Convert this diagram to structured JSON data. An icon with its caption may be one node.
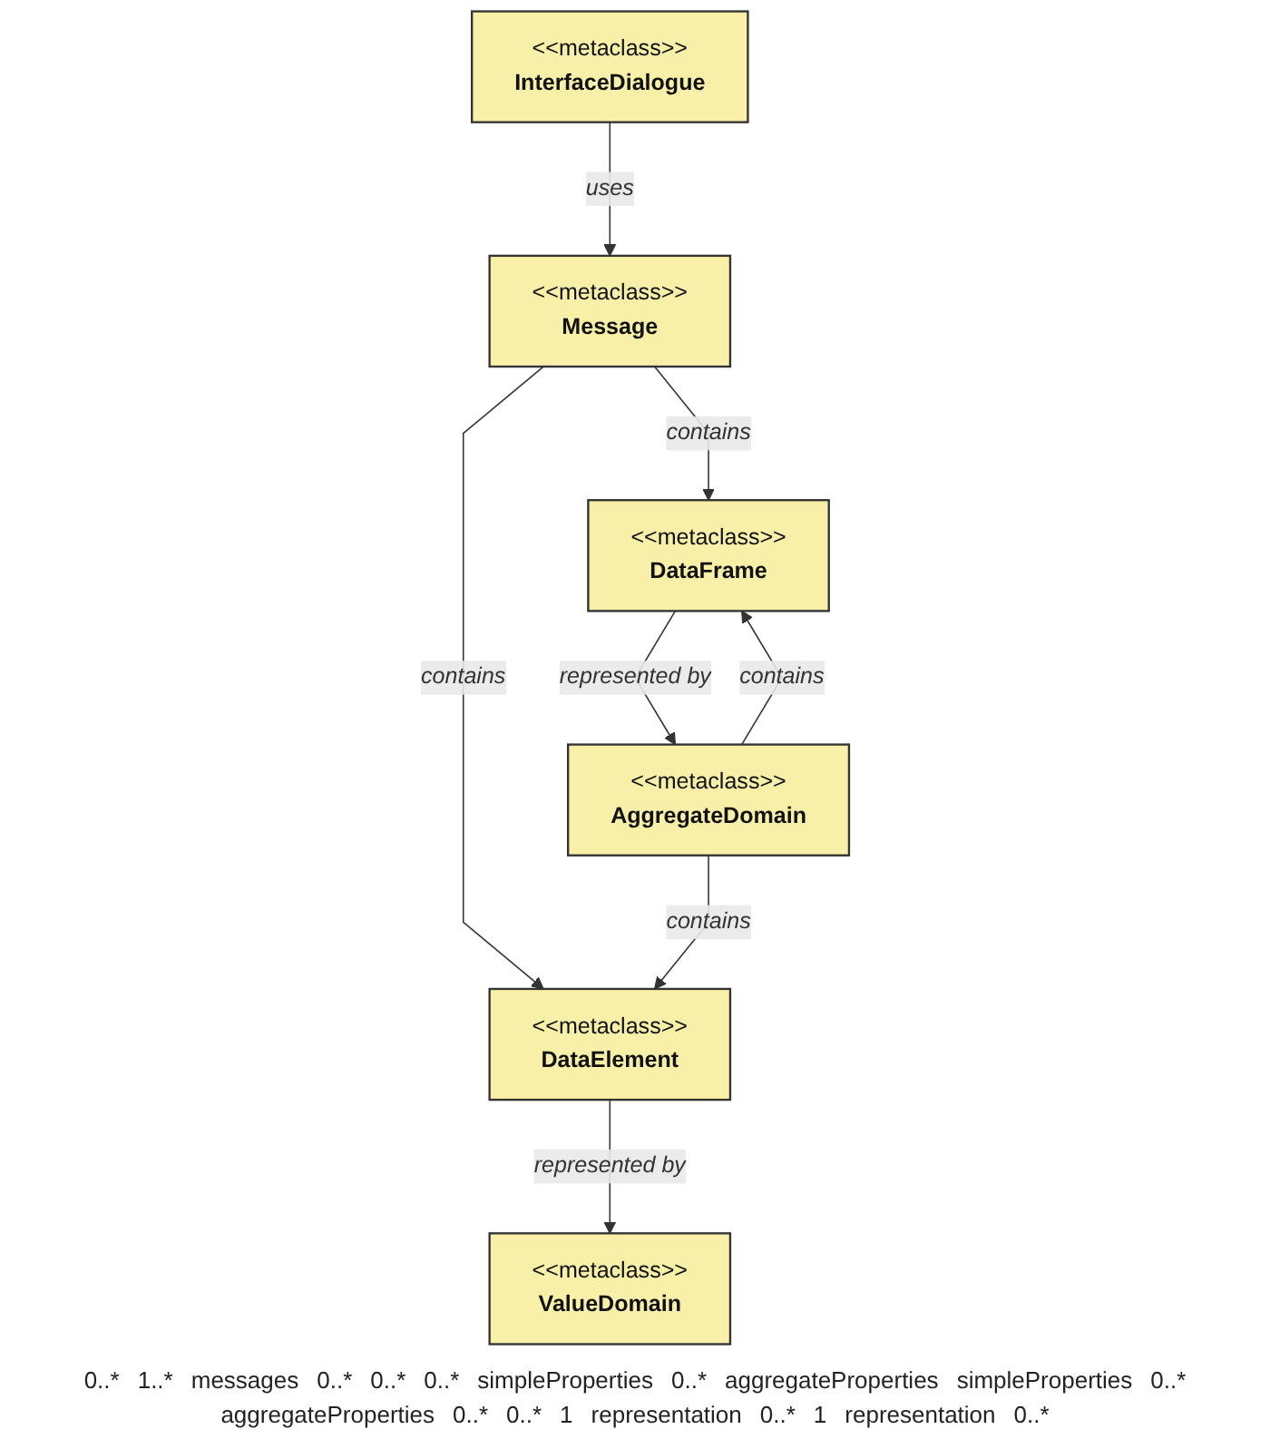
{
  "diagram": {
    "nodes": [
      {
        "text": [
          "<<metaclass>>",
          "InterfaceDialogue"
        ]
      },
      {
        "text": [
          "<<metaclass>>",
          "Message"
        ]
      },
      {
        "text": [
          "<<metaclass>>",
          "DataElement"
        ]
      },
      {
        "text": [
          "<<metaclass>>",
          "DataFrame"
        ]
      },
      {
        "text": [
          "<<metaclass>>",
          "ValueDomain"
        ]
      },
      {
        "text": [
          "<<metaclass>>",
          "AggregateDomain"
        ]
      }
    ],
    "edges": [
      {
        "from": 0,
        "to": 1,
        "arrow": "to",
        "label": "uses"
      },
      {
        "from": 1,
        "to": 2,
        "arrow": "to",
        "label": "contains"
      },
      {
        "from": 1,
        "to": 3,
        "arrow": "to",
        "label": "contains"
      },
      {
        "from": 2,
        "to": 4,
        "arrow": "to",
        "label": "represented by"
      },
      {
        "from": 5,
        "to": 2,
        "arrow": "to",
        "label": "contains"
      },
      {
        "from": 5,
        "to": 3,
        "arrow": "to",
        "label": "contains"
      },
      {
        "from": 3,
        "to": 5,
        "arrow": "to",
        "label": "represented by"
      }
    ],
    "labels": [
      "0..*",
      "1..*",
      "messages",
      "0..*",
      "0..*",
      "0..*",
      "simpleProperties",
      "0..*",
      "aggregateProperties",
      "simpleProperties",
      "0..*",
      "aggregateProperties",
      "0..*",
      "0..*",
      "1",
      "representation",
      "0..*",
      "1",
      "representation",
      "0..*"
    ]
  }
}
